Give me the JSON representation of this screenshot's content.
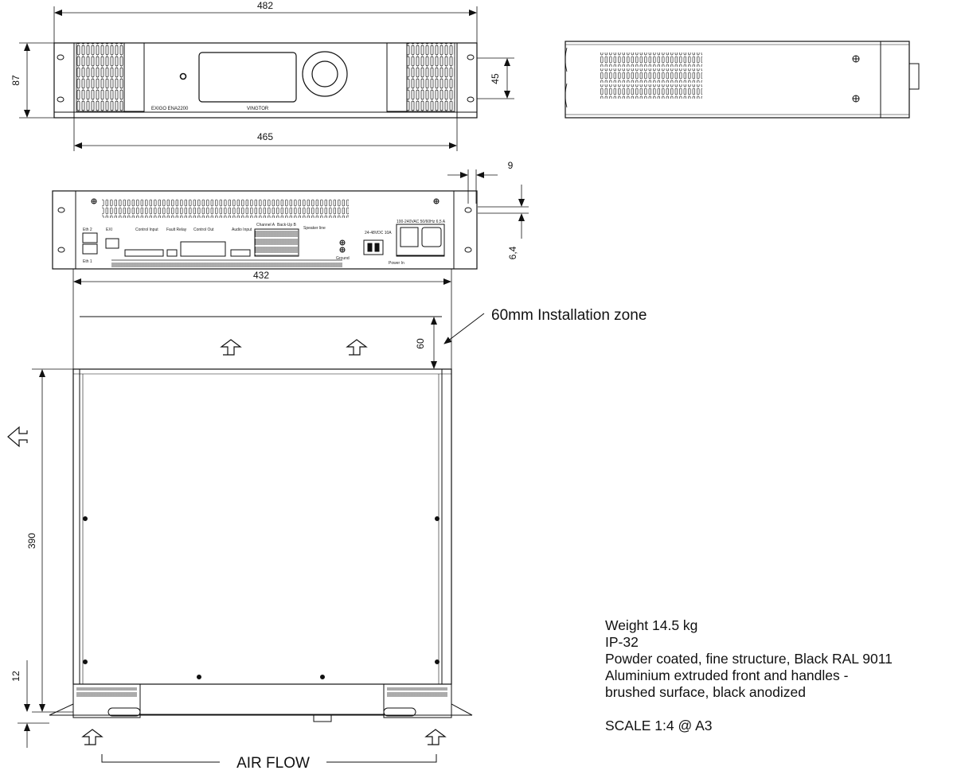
{
  "dimensions": {
    "width_total": "482",
    "height_front": "87",
    "handle_span": "45",
    "width_body": "465",
    "rear_offset": "9",
    "rear_hole": "6,4",
    "rear_width": "432",
    "depth": "390",
    "feet": "12",
    "zone": "60"
  },
  "front_labels": {
    "model": "EXIGO ENA2200",
    "brand": "VINGTOR"
  },
  "rear_labels": {
    "eth2": "Eth 2",
    "eth1": "Eth 1",
    "exi": "EXI",
    "control_input": "Control Input",
    "fault_relay": "Fault Relay",
    "control_out": "Control Out",
    "audio_input": "Audio Input",
    "channel_a": "Channel A",
    "backup_b": "Back-Up B",
    "speaker_line": "Speaker line",
    "ground": "Ground",
    "dc": "24-48VDC 10A",
    "ac": "100-240VAC 50/60Hz 6,5 A",
    "power_in": "Power In"
  },
  "annotations": {
    "installation_zone": "60mm Installation zone",
    "air_flow": "AIR FLOW"
  },
  "specs": [
    "Weight 14.5 kg",
    " IP-32",
    "Powder coated, fine structure, Black RAL 9011",
    "Aluminium extruded front and handles -",
    "brushed surface, black anodized"
  ],
  "scale": "SCALE 1:4 @ A3"
}
